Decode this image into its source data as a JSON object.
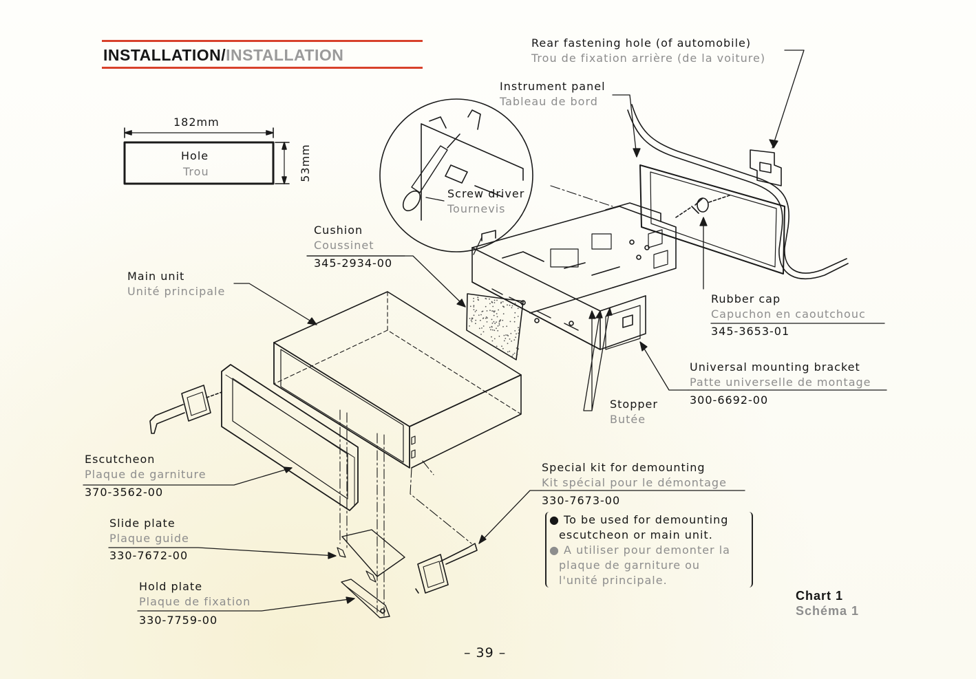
{
  "title": {
    "en": "INSTALLATION/",
    "fr": "INSTALLATION"
  },
  "hole_diagram": {
    "width": "182mm",
    "height": "53mm",
    "label_en": "Hole",
    "label_fr": "Trou"
  },
  "labels": {
    "rear_hole": {
      "en": "Rear fastening hole (of automobile)",
      "fr": "Trou de fixation arrière (de la voiture)"
    },
    "instrument": {
      "en": "Instrument panel",
      "fr": "Tableau de bord"
    },
    "screwdriver": {
      "en": "Screw driver",
      "fr": "Tournevis"
    },
    "cushion": {
      "en": "Cushion",
      "fr": "Coussinet",
      "part": "345-2934-00"
    },
    "main_unit": {
      "en": "Main unit",
      "fr": "Unité principale"
    },
    "rubber_cap": {
      "en": "Rubber cap",
      "fr": "Capuchon en caoutchouc",
      "part": "345-3653-01"
    },
    "bracket": {
      "en": "Universal mounting bracket",
      "fr": "Patte universelle de montage",
      "part": "300-6692-00"
    },
    "stopper": {
      "en": "Stopper",
      "fr": "Butée"
    },
    "escutcheon": {
      "en": "Escutcheon",
      "fr": "Plaque de garniture",
      "part": "370-3562-00"
    },
    "special_kit": {
      "en": "Special kit for demounting",
      "fr": "Kit spécial pour le démontage",
      "part": "330-7673-00"
    },
    "slide_plate": {
      "en": "Slide plate",
      "fr": "Plaque guide",
      "part": "330-7672-00"
    },
    "hold_plate": {
      "en": "Hold plate",
      "fr": "Plaque de fixation",
      "part": "330-7759-00"
    }
  },
  "note": {
    "en_1": "To be used for demounting",
    "en_2": "escutcheon or main unit.",
    "fr_1": "A utiliser pour demonter la",
    "fr_2": "plaque de garniture ou",
    "fr_3": "l'unité principale."
  },
  "chart_caption": {
    "en": "Chart  1",
    "fr": "Schéma  1"
  },
  "page_number": "– 39 –",
  "colors": {
    "title_rule": "#d8412b",
    "french_text": "#8d8d8d",
    "ink": "#161616"
  }
}
